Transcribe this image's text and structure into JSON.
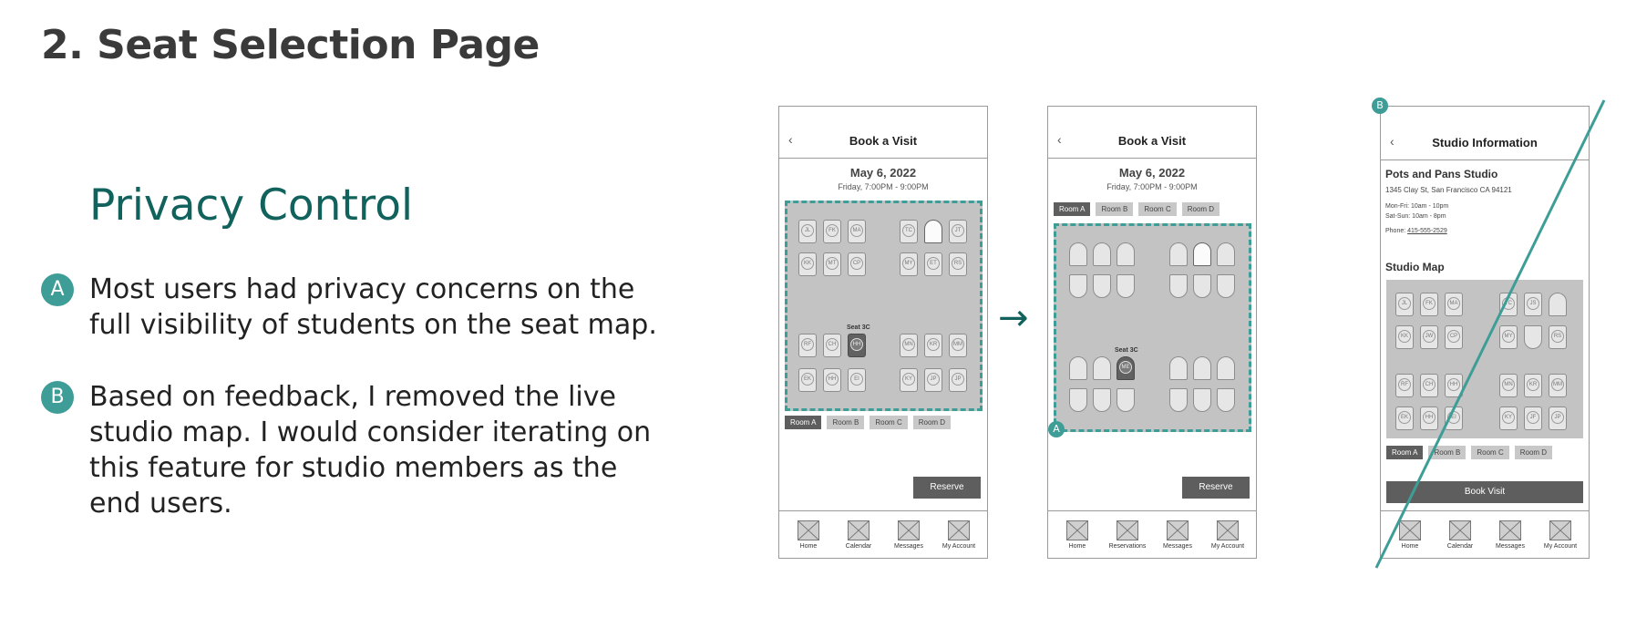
{
  "slide": {
    "title": "2. Seat Selection Page",
    "section_title": "Privacy Control",
    "notes": [
      {
        "badge": "A",
        "text": "Most users had privacy concerns on the full visibility of students on the seat map."
      },
      {
        "badge": "B",
        "text": "Based on feedback, I removed the live studio map. I would consider iterating on this feature for studio members as the end users."
      }
    ],
    "arrow": "→"
  },
  "colors": {
    "accent": "#11625c",
    "badge": "#3e9d97",
    "dark_button": "#5e5e5e",
    "map_bg": "#c3c3c3"
  },
  "phone1": {
    "back": "‹",
    "title": "Book a Visit",
    "date": "May 6, 2022",
    "time": "Friday, 7:00PM - 9:00PM",
    "seat_label": "Seat 3C",
    "seats": [
      "JL",
      "FK",
      "MA",
      "TC",
      "JT",
      "KK",
      "MT",
      "CP",
      "MY",
      "ET",
      "RS",
      "RF",
      "CH",
      "HH",
      "MN",
      "KR",
      "MM",
      "EK",
      "HH",
      "EI",
      "KY",
      "JP",
      "JP"
    ],
    "rooms": [
      "Room A",
      "Room B",
      "Room C",
      "Room D"
    ],
    "reserve": "Reserve",
    "nav": [
      "Home",
      "Calendar",
      "Messages",
      "My Account"
    ]
  },
  "phone2": {
    "back": "‹",
    "title": "Book a Visit",
    "date": "May 6, 2022",
    "time": "Friday, 7:00PM - 9:00PM",
    "rooms": [
      "Room A",
      "Room B",
      "Room C",
      "Room D"
    ],
    "seat_label": "Seat 3C",
    "selected_initials": "ME",
    "badge": "A",
    "reserve": "Reserve",
    "nav": [
      "Home",
      "Reservations",
      "Messages",
      "My Account"
    ]
  },
  "phone3": {
    "back": "‹",
    "title": "Studio Information",
    "studio_name": "Pots and Pans Studio",
    "address": "1345 Clay St, San Francisco CA 94121",
    "hours_weekday": "Mon-Fri: 10am - 10pm",
    "hours_weekend": "Sat-Sun: 10am - 8pm",
    "phone_label": "Phone:",
    "phone_number": "415-555-2529",
    "map_label": "Studio Map",
    "seats": [
      "JL",
      "FK",
      "MA",
      "TC",
      "JS",
      "KK",
      "JW",
      "CP",
      "MY",
      "RS",
      "RF",
      "CH",
      "HH",
      "MN",
      "KR",
      "MM",
      "EK",
      "HH",
      "EI",
      "KY",
      "JF",
      "JP"
    ],
    "rooms": [
      "Room A",
      "Room B",
      "Room C",
      "Room D"
    ],
    "book": "Book Visit",
    "badge": "B",
    "nav": [
      "Home",
      "Calendar",
      "Messages",
      "My Account"
    ]
  }
}
